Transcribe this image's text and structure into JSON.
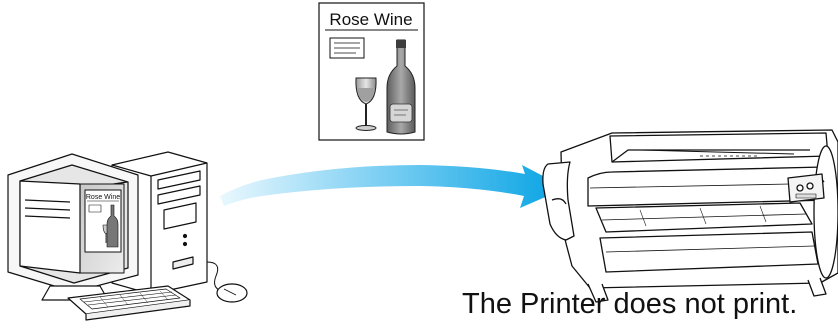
{
  "document": {
    "title": "Rose Wine"
  },
  "monitor_document": {
    "title": "Rose Wine"
  },
  "caption": {
    "text": "The Printer does not print."
  },
  "colors": {
    "arrow_start": "#e6f7fd",
    "arrow_end": "#0aa7e6",
    "line": "#111111",
    "screen_fill": "#d9d9d9",
    "bottle": "#7a7a7a"
  },
  "icons": {
    "computer": "desktop-computer-icon",
    "printer": "large-format-printer-icon",
    "arrow": "send-arrow-icon",
    "document": "wine-document-icon"
  }
}
